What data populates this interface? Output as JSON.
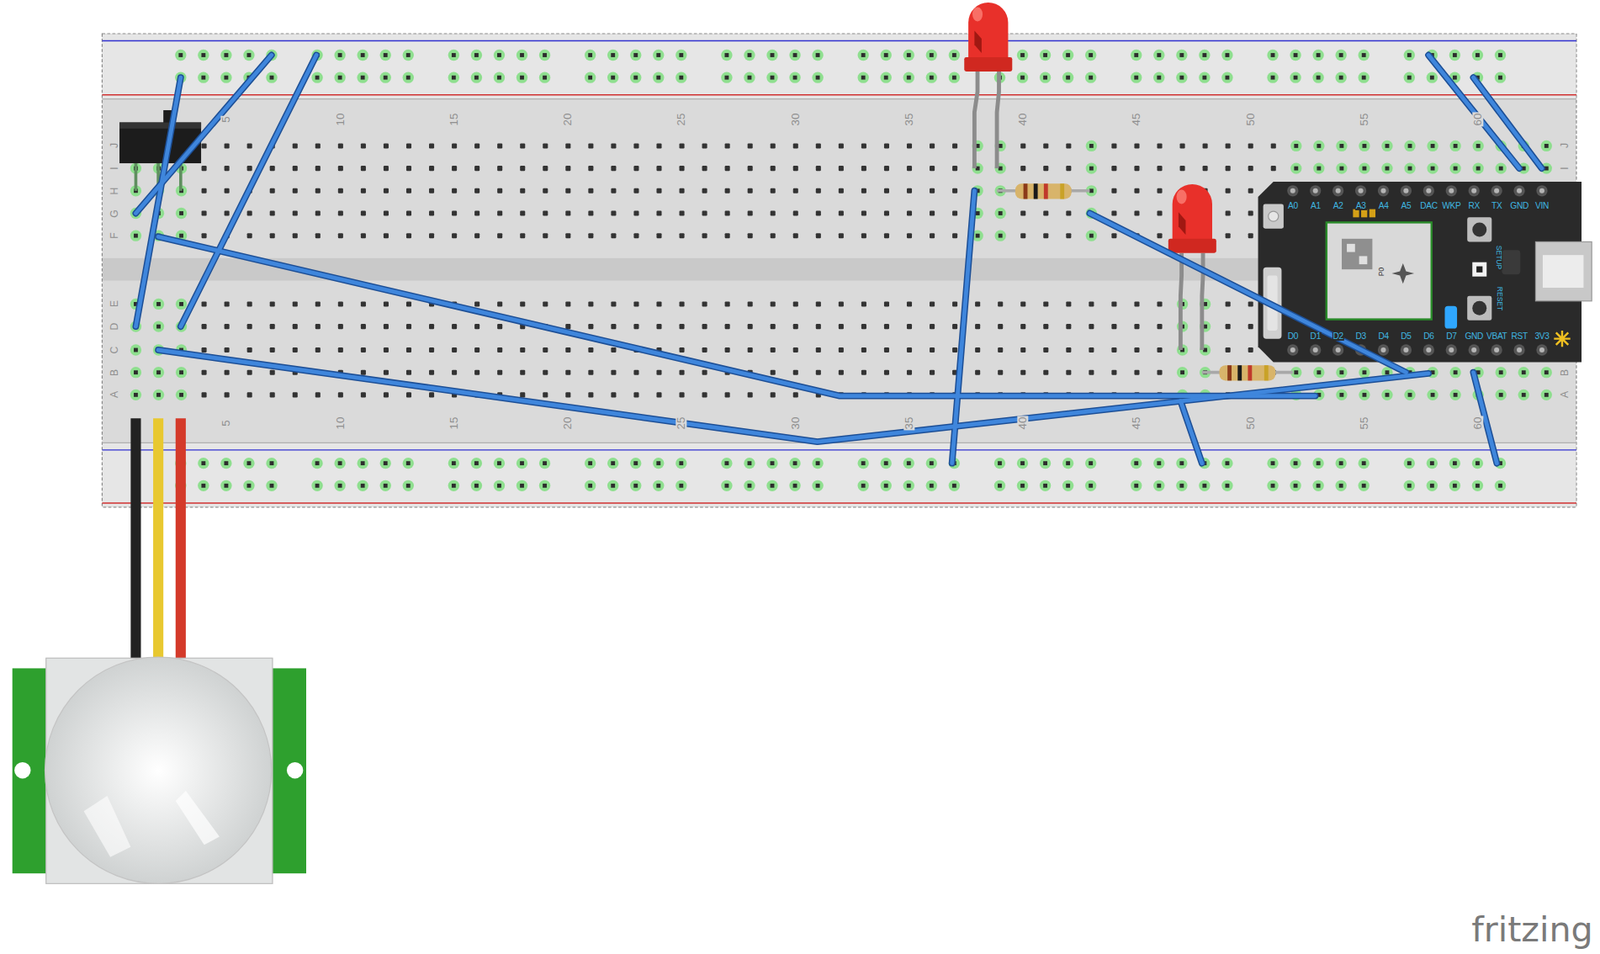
{
  "diagram": {
    "labels": [
      "5",
      "10",
      "15",
      "20",
      "25",
      "30",
      "35",
      "40",
      "45",
      "50",
      "55",
      "60",
      "J",
      "I",
      "H",
      "G",
      "F",
      "J",
      "I",
      "5",
      "10",
      "15",
      "20",
      "25",
      "30",
      "35",
      "40",
      "45",
      "50",
      "55",
      "60",
      "E",
      "D",
      "C",
      "B",
      "A",
      "B",
      "A",
      "A0",
      "A1",
      "A2",
      "A3",
      "A4",
      "A5",
      "DAC",
      "WKP",
      "RX",
      "TX",
      "GND",
      "VIN",
      "D0",
      "D1",
      "D2",
      "D3",
      "D4",
      "D5",
      "D6",
      "D7",
      "GND",
      "VBAT",
      "RST",
      "3V3",
      "SETUP",
      "RESET",
      "P0",
      "fritzing"
    ]
  }
}
